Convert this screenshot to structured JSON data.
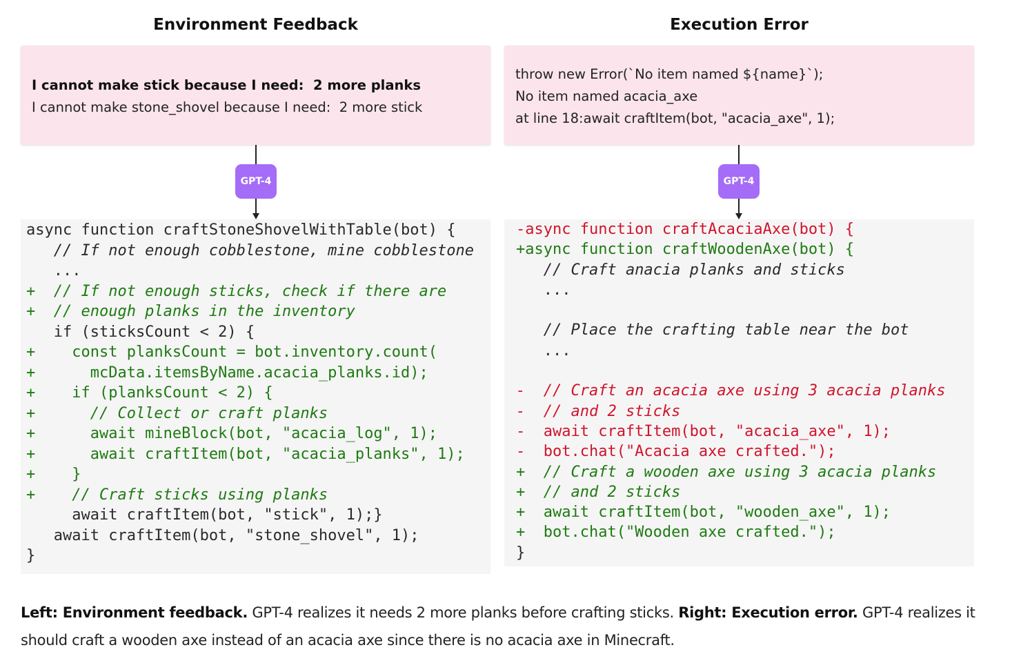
{
  "titles": {
    "left": "Environment Feedback",
    "right": "Execution Error"
  },
  "feedback": {
    "left": [
      {
        "text": "I cannot make stick because I need:  2 more planks",
        "bold": true
      },
      {
        "text": "I cannot make stone_shovel because I need:  2 more stick",
        "bold": false
      }
    ],
    "right": [
      {
        "text": "throw new Error(`No item named ${name}`);",
        "bold": false
      },
      {
        "text": "No item named acacia_axe",
        "bold": false
      },
      {
        "text": "at line 18:await craftItem(bot, \"acacia_axe\", 1);",
        "bold": false
      }
    ]
  },
  "badges": {
    "left": "GPT-4",
    "right": "GPT-4"
  },
  "code": {
    "left": [
      {
        "text": "async function craftStoneShovelWithTable(bot) {",
        "kind": "plain",
        "comment": false
      },
      {
        "text": "   // If not enough cobblestone, mine cobblestone",
        "kind": "plain",
        "comment": true
      },
      {
        "text": "   ...",
        "kind": "plain",
        "comment": false
      },
      {
        "text": "+  // If not enough sticks, check if there are",
        "kind": "add",
        "comment": true
      },
      {
        "text": "+  // enough planks in the inventory",
        "kind": "add",
        "comment": true
      },
      {
        "text": "   if (sticksCount < 2) {",
        "kind": "plain",
        "comment": false
      },
      {
        "text": "+    const planksCount = bot.inventory.count(",
        "kind": "add",
        "comment": false
      },
      {
        "text": "+      mcData.itemsByName.acacia_planks.id);",
        "kind": "add",
        "comment": false
      },
      {
        "text": "+    if (planksCount < 2) {",
        "kind": "add",
        "comment": false
      },
      {
        "text": "+      // Collect or craft planks",
        "kind": "add",
        "comment": true
      },
      {
        "text": "+      await mineBlock(bot, \"acacia_log\", 1);",
        "kind": "add",
        "comment": false
      },
      {
        "text": "+      await craftItem(bot, \"acacia_planks\", 1);",
        "kind": "add",
        "comment": false
      },
      {
        "text": "+    }",
        "kind": "add",
        "comment": false
      },
      {
        "text": "+    // Craft sticks using planks",
        "kind": "add",
        "comment": true
      },
      {
        "text": "     await craftItem(bot, \"stick\", 1);}",
        "kind": "plain",
        "comment": false
      },
      {
        "text": "   await craftItem(bot, \"stone_shovel\", 1);",
        "kind": "plain",
        "comment": false
      },
      {
        "text": "}",
        "kind": "plain",
        "comment": false
      }
    ],
    "right": [
      {
        "text": "-async function craftAcaciaAxe(bot) {",
        "kind": "del",
        "comment": false
      },
      {
        "text": "+async function craftWoodenAxe(bot) {",
        "kind": "add",
        "comment": false
      },
      {
        "text": "   // Craft anacia planks and sticks",
        "kind": "plain",
        "comment": true
      },
      {
        "text": "   ...",
        "kind": "plain",
        "comment": false
      },
      {
        "text": "",
        "kind": "plain",
        "comment": false
      },
      {
        "text": "   // Place the crafting table near the bot",
        "kind": "plain",
        "comment": true
      },
      {
        "text": "   ...",
        "kind": "plain",
        "comment": false
      },
      {
        "text": "",
        "kind": "plain",
        "comment": false
      },
      {
        "text": "-  // Craft an acacia axe using 3 acacia planks",
        "kind": "del",
        "comment": true
      },
      {
        "text": "-  // and 2 sticks",
        "kind": "del",
        "comment": true
      },
      {
        "text": "-  await craftItem(bot, \"acacia_axe\", 1);",
        "kind": "del",
        "comment": false
      },
      {
        "text": "-  bot.chat(\"Acacia axe crafted.\");",
        "kind": "del",
        "comment": false
      },
      {
        "text": "+  // Craft a wooden axe using 3 acacia planks",
        "kind": "add",
        "comment": true
      },
      {
        "text": "+  // and 2 sticks",
        "kind": "add",
        "comment": true
      },
      {
        "text": "+  await craftItem(bot, \"wooden_axe\", 1);",
        "kind": "add",
        "comment": false
      },
      {
        "text": "+  bot.chat(\"Wooden axe crafted.\");",
        "kind": "add",
        "comment": false
      },
      {
        "text": "}",
        "kind": "plain",
        "comment": false
      }
    ]
  },
  "caption": {
    "left_label": "Left: Environment feedback.",
    "left_text": " GPT-4 realizes it needs 2 more planks before crafting sticks. ",
    "right_label": "Right: Execution error.",
    "right_text": " GPT-4 realizes it should craft a wooden axe instead of an acacia axe since there is no acacia axe in Minecraft."
  },
  "colors": {
    "feedback_bg": "#fbe4ec",
    "badge_bg": "#a46cf7",
    "code_bg": "#f5f5f5",
    "diff_add": "#1e7a12",
    "diff_del": "#d0142c"
  }
}
